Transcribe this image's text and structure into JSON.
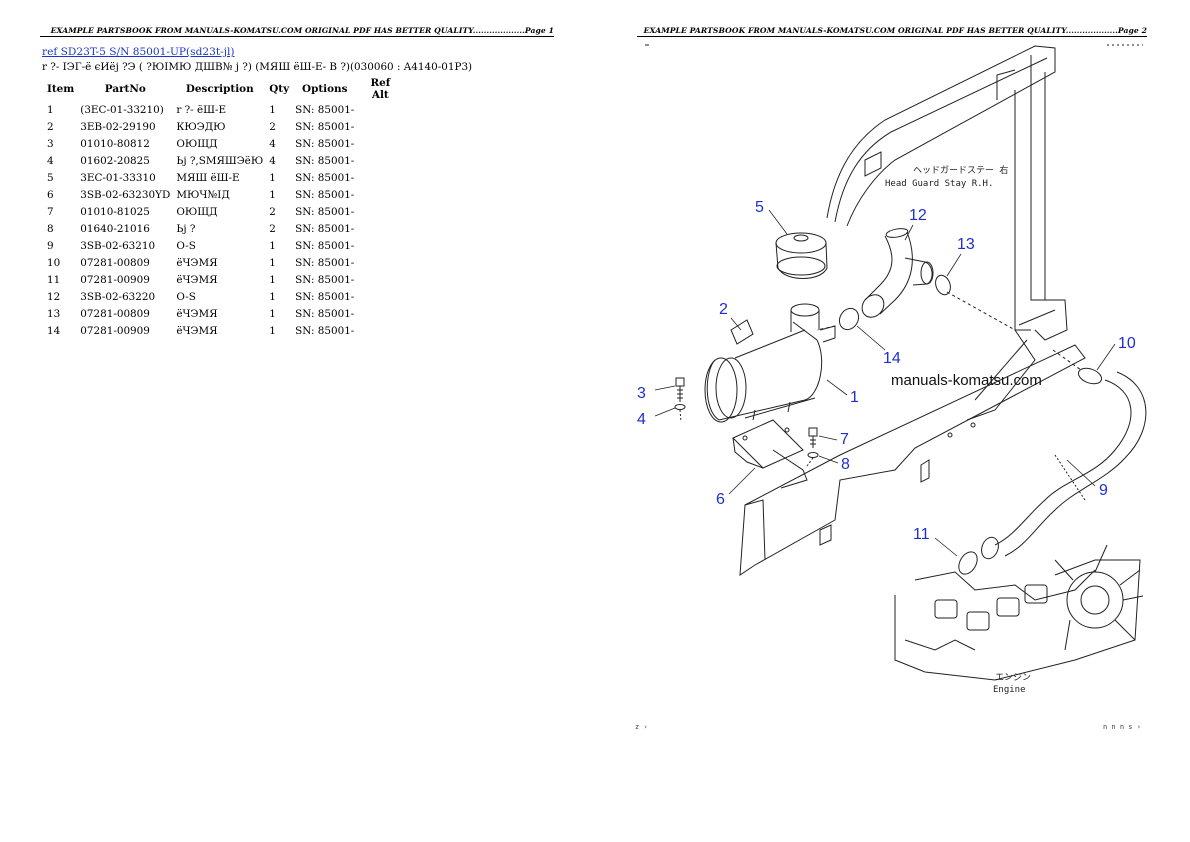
{
  "page1": {
    "header": "EXAMPLE PARTSBOOK FROM MANUALS-KOMATSU.COM ORIGINAL PDF HAS BETTER QUALITY...................Page 1",
    "ref_text": "ref SD23T-5 S/N 85001-UP(sd23t-jl)",
    "subtitle": "r ?- IЭГ-ё єИёј ?Э ( ?ЮIМЮ ДШВ№ ј ?) (МЯШ ёШ-Е- В ?)(030060 : A4140-01P3)",
    "columns": [
      "Item",
      "PartNo",
      "Description",
      "Qty",
      "Options",
      "Ref Alt"
    ],
    "rows": [
      {
        "item": "1",
        "part": "(3EC-01-33210)",
        "desc": "r ?- ёШ-Е",
        "qty": "1",
        "opt": "SN: 85001-",
        "ref": ""
      },
      {
        "item": "2",
        "part": "3EB-02-29190",
        "desc": "КЮЭДЮ",
        "qty": "2",
        "opt": "SN: 85001-",
        "ref": ""
      },
      {
        "item": "3",
        "part": "01010-80812",
        "desc": "ОЮЩД",
        "qty": "4",
        "opt": "SN: 85001-",
        "ref": ""
      },
      {
        "item": "4",
        "part": "01602-20825",
        "desc": "Ьј ?,SМЯШЭёЮ",
        "qty": "4",
        "opt": "SN: 85001-",
        "ref": ""
      },
      {
        "item": "5",
        "part": "3EC-01-33310",
        "desc": "МЯШ ёШ-Е",
        "qty": "1",
        "opt": "SN: 85001-",
        "ref": ""
      },
      {
        "item": "6",
        "part": "3SB-02-63230YD",
        "desc": "МЮЧ№IД",
        "qty": "1",
        "opt": "SN: 85001-",
        "ref": ""
      },
      {
        "item": "7",
        "part": "01010-81025",
        "desc": "ОЮЩД",
        "qty": "2",
        "opt": "SN: 85001-",
        "ref": ""
      },
      {
        "item": "8",
        "part": "01640-21016",
        "desc": "Ьј ?",
        "qty": "2",
        "opt": "SN: 85001-",
        "ref": ""
      },
      {
        "item": "9",
        "part": "3SB-02-63210",
        "desc": "O-S",
        "qty": "1",
        "opt": "SN: 85001-",
        "ref": ""
      },
      {
        "item": "10",
        "part": "07281-00809",
        "desc": "ёЧЭМЯ",
        "qty": "1",
        "opt": "SN: 85001-",
        "ref": ""
      },
      {
        "item": "11",
        "part": "07281-00909",
        "desc": "ёЧЭМЯ",
        "qty": "1",
        "opt": "SN: 85001-",
        "ref": ""
      },
      {
        "item": "12",
        "part": "3SB-02-63220",
        "desc": "O-S",
        "qty": "1",
        "opt": "SN: 85001-",
        "ref": ""
      },
      {
        "item": "13",
        "part": "07281-00809",
        "desc": "ёЧЭМЯ",
        "qty": "1",
        "opt": "SN: 85001-",
        "ref": ""
      },
      {
        "item": "14",
        "part": "07281-00909",
        "desc": "ёЧЭМЯ",
        "qty": "1",
        "opt": "SN: 85001-",
        "ref": ""
      }
    ]
  },
  "page2": {
    "header": "EXAMPLE PARTSBOOK FROM MANUALS-KOMATSU.COM ORIGINAL PDF HAS BETTER QUALITY...................Page 2",
    "watermark": "manuals-komatsu.com",
    "label_headguard_jp": "ヘッドガードステー 右",
    "label_headguard_en": "Head Guard Stay R.H.",
    "label_engine_jp": "エンジン",
    "label_engine_en": "Engine",
    "callouts": [
      "1",
      "2",
      "3",
      "4",
      "5",
      "6",
      "7",
      "8",
      "9",
      "10",
      "11",
      "12",
      "13",
      "14"
    ]
  }
}
